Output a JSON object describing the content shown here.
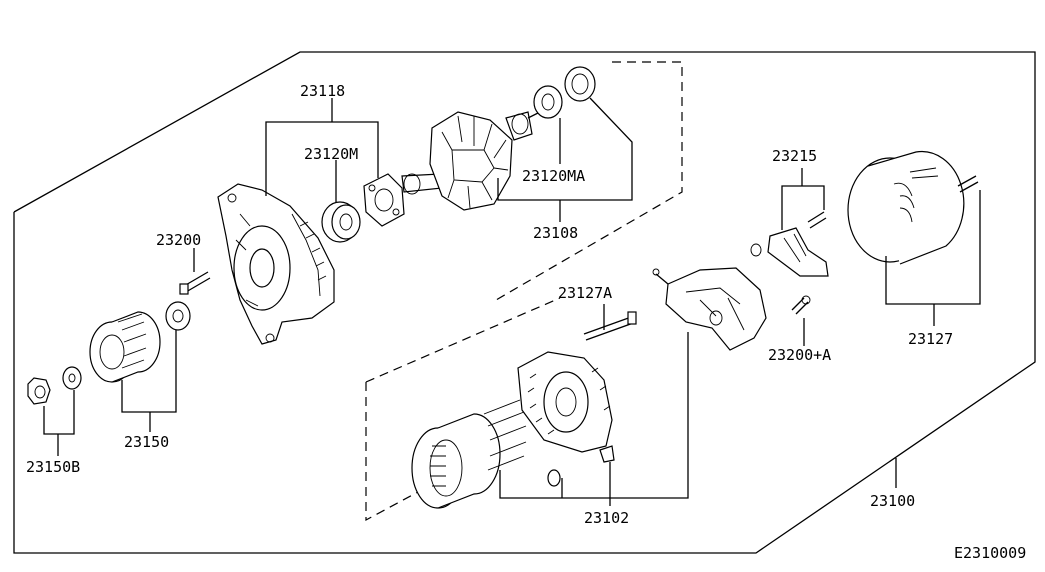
{
  "diagram_code": "E2310009",
  "labels": {
    "p23118": "23118",
    "p23120M": "23120M",
    "p23120MA": "23120MA",
    "p23108": "23108",
    "p23200": "23200",
    "p23215": "23215",
    "p23127A": "23127A",
    "p23200A": "23200+A",
    "p23127": "23127",
    "p23150": "23150",
    "p23150B": "23150B",
    "p23102": "23102",
    "p23100": "23100"
  }
}
